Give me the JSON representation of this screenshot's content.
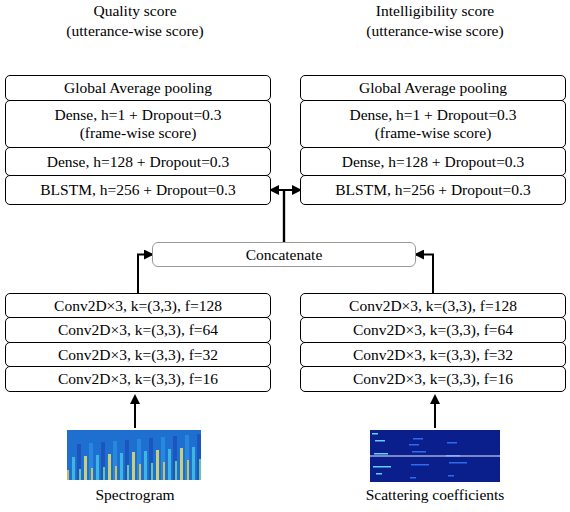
{
  "diagram": {
    "nodes": [
      {
        "text": [
          "Global Average pooling"
        ]
      },
      {
        "text": [
          "Global Average pooling"
        ]
      },
      {
        "text": [
          "Dense, h=1 + Dropout=0.3",
          "(frame-wise score)"
        ]
      },
      {
        "text": [
          "Dense, h=1 + Dropout=0.3",
          "(frame-wise score)"
        ]
      },
      {
        "text": [
          "Dense, h=128 + Dropout=0.3"
        ]
      },
      {
        "text": [
          "Dense, h=128 + Dropout=0.3"
        ]
      },
      {
        "text": [
          "BLSTM,  h=256 + Dropout=0.3"
        ]
      },
      {
        "text": [
          "BLSTM,  h=256 + Dropout=0.3"
        ]
      },
      {
        "text": [
          "Concatenate"
        ]
      },
      {
        "text": [
          "Conv2D×3, k=(3,3), f=128"
        ]
      },
      {
        "text": [
          "Conv2D×3, k=(3,3), f=128"
        ]
      },
      {
        "text": [
          "Conv2D×3, k=(3,3), f=64"
        ]
      },
      {
        "text": [
          "Conv2D×3, k=(3,3), f=64"
        ]
      },
      {
        "text": [
          "Conv2D×3, k=(3,3), f=32"
        ]
      },
      {
        "text": [
          "Conv2D×3, k=(3,3), f=32"
        ]
      },
      {
        "text": [
          "Conv2D×3, k=(3,3), f=16"
        ]
      },
      {
        "text": [
          "Conv2D×3, k=(3,3), f=16"
        ]
      }
    ],
    "edges": [
      {
        "from": 9,
        "to": 8,
        "arrow": "to"
      },
      {
        "from": 10,
        "to": 8,
        "arrow": "to"
      },
      {
        "from": 8,
        "to": 6,
        "arrow": "to"
      },
      {
        "from": 8,
        "to": 7,
        "arrow": "to"
      }
    ],
    "labels": [
      "Quality score",
      "(utterance-wise score)",
      "Intelligibility score",
      "(utterance-wise score)",
      "Spectrogram",
      "Scattering coefficients"
    ]
  }
}
